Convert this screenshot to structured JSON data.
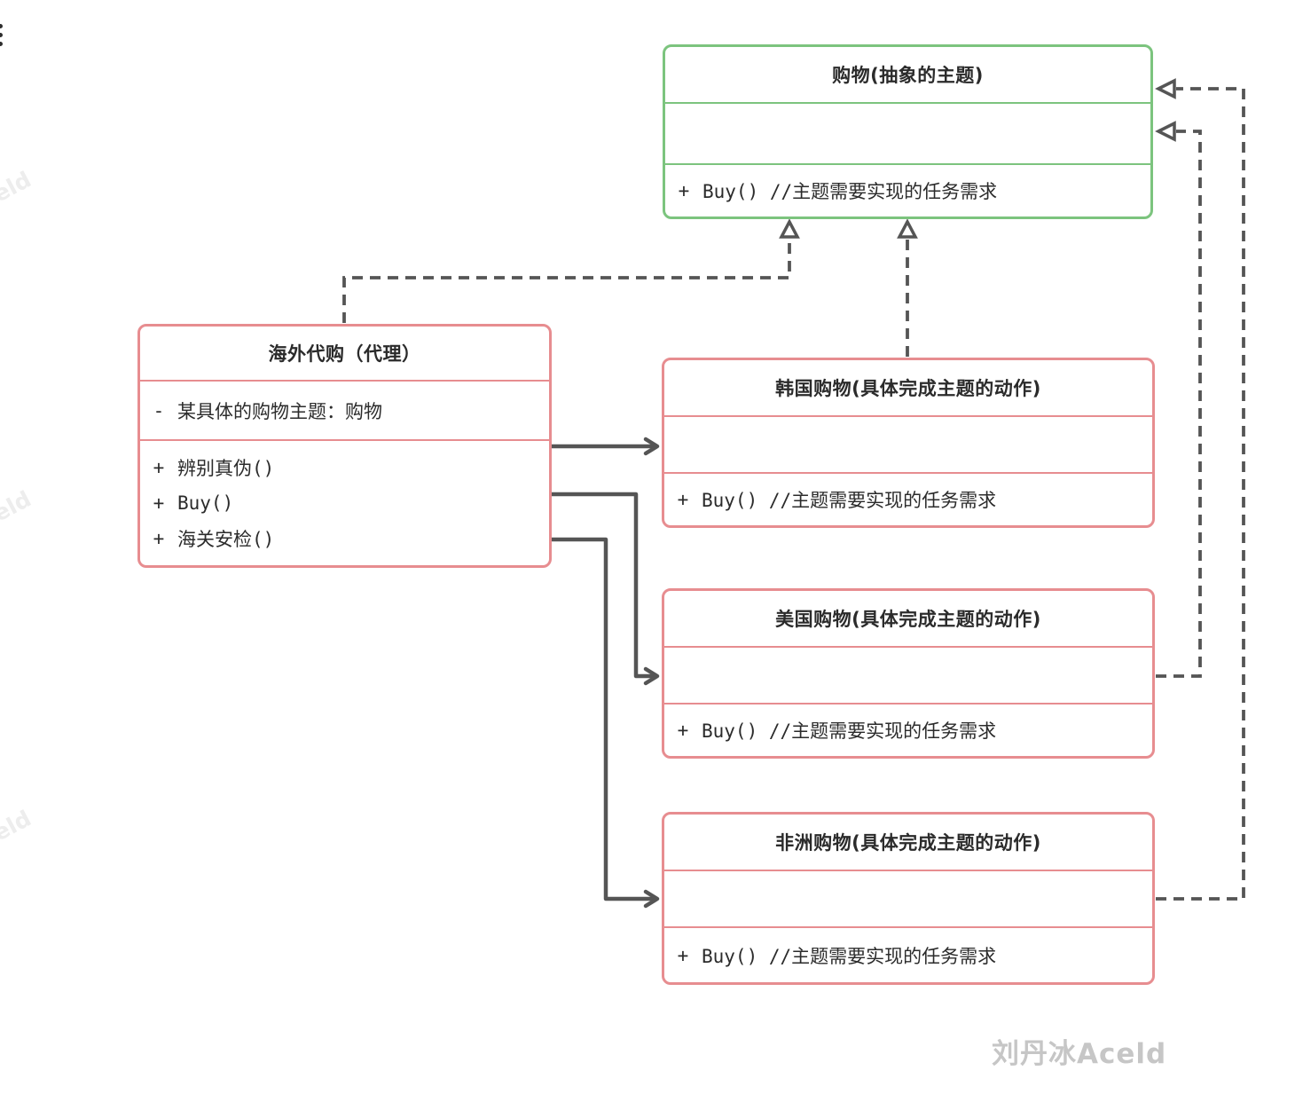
{
  "diagram": {
    "classes": {
      "abstract_subject": {
        "title": "购物(抽象的主题)",
        "method": {
          "sign": "+",
          "text": "Buy() //主题需要实现的任务需求"
        }
      },
      "proxy": {
        "title": "海外代购（代理）",
        "attribute": {
          "sign": "-",
          "text": "某具体的购物主题：购物"
        },
        "methods": [
          {
            "sign": "+",
            "text": "辨别真伪()"
          },
          {
            "sign": "+",
            "text": "Buy()"
          },
          {
            "sign": "+",
            "text": "海关安检()"
          }
        ]
      },
      "korea": {
        "title": "韩国购物(具体完成主题的动作)",
        "method": {
          "sign": "+",
          "text": "Buy() //主题需要实现的任务需求"
        }
      },
      "usa": {
        "title": "美国购物(具体完成主题的动作)",
        "method": {
          "sign": "+",
          "text": "Buy() //主题需要实现的任务需求"
        }
      },
      "africa": {
        "title": "非洲购物(具体完成主题的动作)",
        "method": {
          "sign": "+",
          "text": "Buy() //主题需要实现的任务需求"
        }
      }
    },
    "colors": {
      "abstract_border": "#7cc47e",
      "concrete_border": "#e78d90",
      "connector": "#555555",
      "text": "#2b2b2b"
    }
  },
  "watermarks": {
    "edge_text": "eld",
    "signature": "刘丹冰Aceld"
  }
}
